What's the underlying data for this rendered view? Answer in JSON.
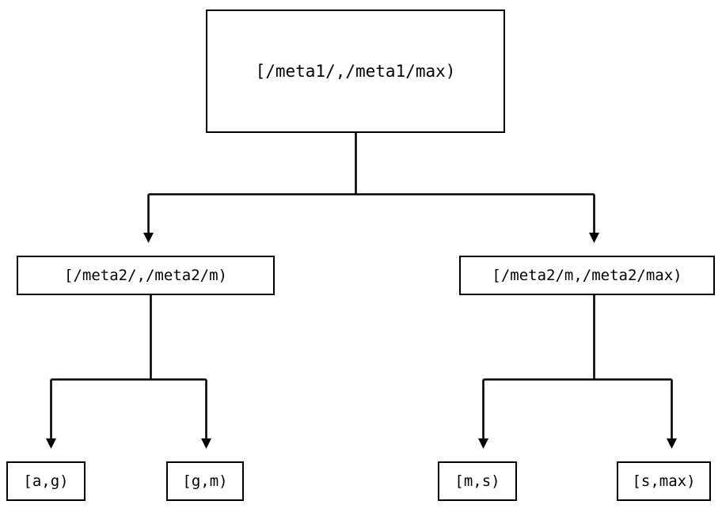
{
  "diagram": {
    "type": "tree",
    "orientation": "top-down",
    "background_color": "#ffffff",
    "stroke_color": "#000000",
    "text_color": "#000000",
    "nodes": {
      "root": {
        "label": "[/meta1/,/meta1/max)",
        "level": 1
      },
      "mid_left": {
        "label": "[/meta2/,/meta2/m)",
        "level": 2
      },
      "mid_right": {
        "label": "[/meta2/m,/meta2/max)",
        "level": 2
      },
      "leaf_ag": {
        "label": "[a,g)",
        "level": 3
      },
      "leaf_gm": {
        "label": "[g,m)",
        "level": 3
      },
      "leaf_ms": {
        "label": "[m,s)",
        "level": 3
      },
      "leaf_smax": {
        "label": "[s,max)",
        "level": 3
      }
    },
    "edges": [
      {
        "from": "root",
        "to": "mid_left",
        "arrowhead": "filled-triangle-down"
      },
      {
        "from": "root",
        "to": "mid_right",
        "arrowhead": "filled-triangle-down"
      },
      {
        "from": "mid_left",
        "to": "leaf_ag",
        "arrowhead": "filled-triangle-down"
      },
      {
        "from": "mid_left",
        "to": "leaf_gm",
        "arrowhead": "filled-triangle-down"
      },
      {
        "from": "mid_right",
        "to": "leaf_ms",
        "arrowhead": "filled-triangle-down"
      },
      {
        "from": "mid_right",
        "to": "leaf_smax",
        "arrowhead": "filled-triangle-down"
      }
    ]
  }
}
